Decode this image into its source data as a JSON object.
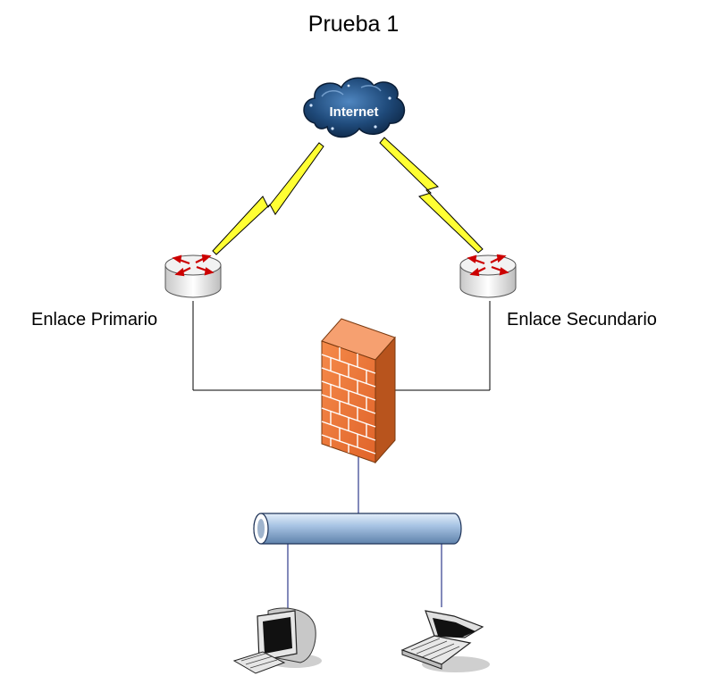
{
  "diagram": {
    "title": "Prueba 1",
    "nodes": {
      "internet": {
        "label": "Internet",
        "icon": "cloud-icon"
      },
      "router_primary": {
        "label": "Enlace Primario",
        "icon": "router-icon"
      },
      "router_secondary": {
        "label": "Enlace Secundario",
        "icon": "router-icon"
      },
      "firewall": {
        "icon": "firewall-icon"
      },
      "lan_bus": {
        "icon": "network-bus-icon"
      },
      "desktop": {
        "icon": "desktop-computer-icon"
      },
      "laptop": {
        "icon": "laptop-icon"
      }
    },
    "colors": {
      "cloud": "#1f4a7a",
      "lightning": "#ffff33",
      "firewall": "#f07a3c",
      "bus": "#a8c4e4",
      "line": "#000000",
      "lan_line": "#2e3b8c"
    }
  }
}
